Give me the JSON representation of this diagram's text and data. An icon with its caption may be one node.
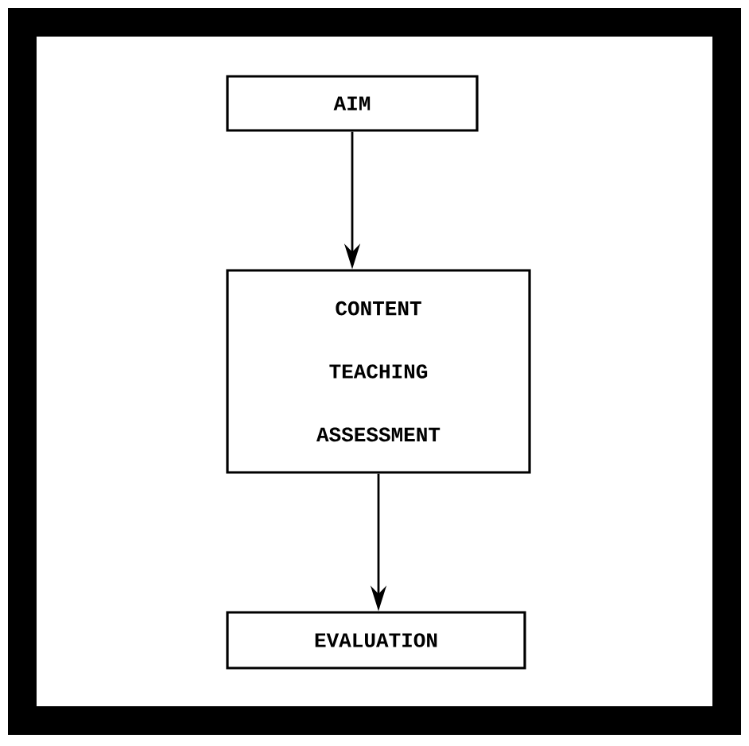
{
  "diagram": {
    "nodes": [
      {
        "text": [
          "AIM"
        ]
      },
      {
        "text": [
          "CONTENT",
          "TEACHING",
          "ASSESSMENT"
        ]
      },
      {
        "text": [
          "EVALUATION"
        ]
      }
    ],
    "edges": [
      {
        "from": 0,
        "to": 1,
        "arrow": "to"
      },
      {
        "from": 1,
        "to": 2,
        "arrow": "to"
      }
    ]
  }
}
